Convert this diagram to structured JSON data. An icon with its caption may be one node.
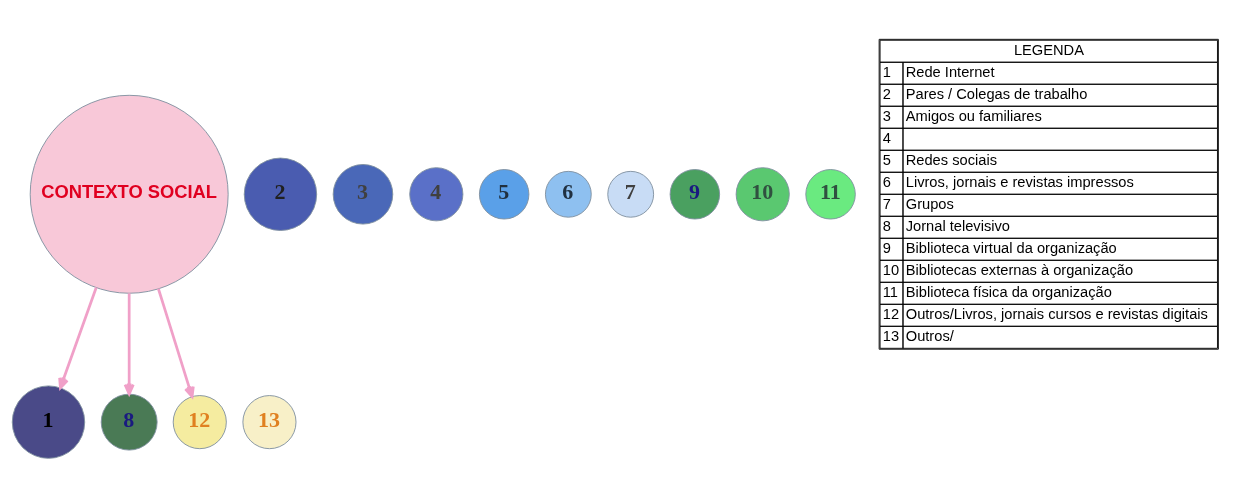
{
  "diagram": {
    "nodes": [
      {
        "text": [
          "1"
        ]
      },
      {
        "text": [
          "2"
        ]
      },
      {
        "text": [
          "3"
        ]
      },
      {
        "text": [
          "4"
        ]
      },
      {
        "text": [
          "5"
        ]
      },
      {
        "text": [
          "6"
        ]
      },
      {
        "text": [
          "7"
        ]
      },
      {
        "text": [
          "8"
        ]
      },
      {
        "text": [
          "9"
        ]
      },
      {
        "text": [
          "10"
        ]
      },
      {
        "text": [
          "11"
        ]
      },
      {
        "text": [
          "12"
        ]
      },
      {
        "text": [
          "13"
        ]
      },
      {
        "text": [
          "CONTEXTO SOCIAL"
        ]
      }
    ],
    "edges": [
      {
        "from": 13,
        "to": 0,
        "arrow": "to"
      },
      {
        "from": 13,
        "to": 7,
        "arrow": "to"
      },
      {
        "from": 13,
        "to": 11,
        "arrow": "to"
      }
    ],
    "labels": [
      "LEGENDA",
      "1",
      "Rede Internet",
      "2",
      "Pares / Colegas de trabalho",
      "3",
      "Amigos ou familiares",
      "4",
      "5",
      "Redes sociais",
      "6",
      "Livros, jornais e revistas impressos",
      "7",
      "Grupos",
      "8",
      "Jornal televisivo",
      "9",
      "Biblioteca virtual da organização",
      "10",
      "Bibliotecas externas à organização",
      "11",
      "Biblioteca física da organização",
      "12",
      "Outros/Livros, jornais cursos e revistas digitais",
      "13",
      "Outros/"
    ]
  }
}
